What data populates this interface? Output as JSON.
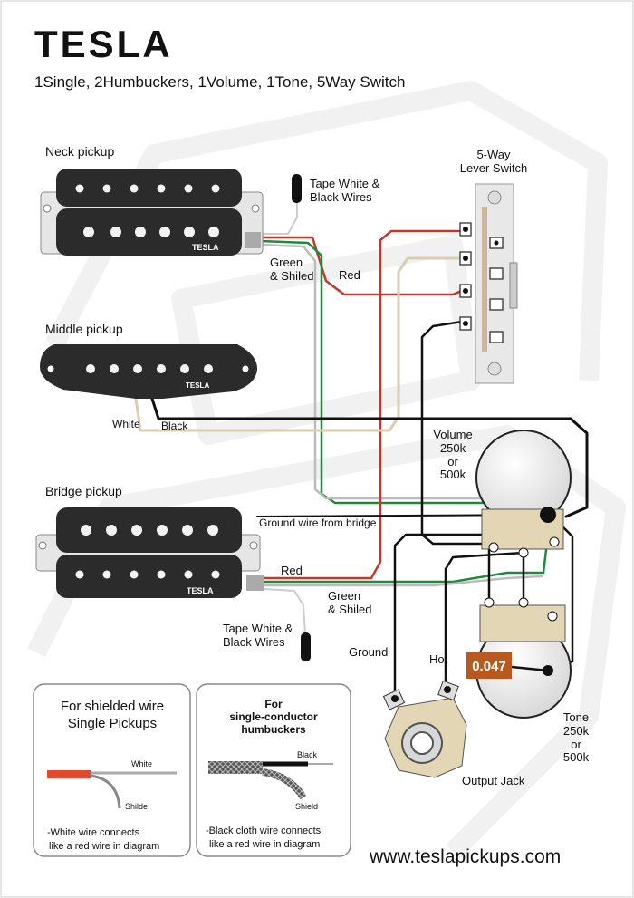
{
  "brand": {
    "logo_text": "TESLA"
  },
  "subtitle": "1Single, 2Humbuckers, 1Volume, 1Tone, 5Way Switch",
  "labels": {
    "neck_pickup": "Neck pickup",
    "middle_pickup": "Middle pickup",
    "bridge_pickup": "Bridge pickup",
    "switch_line1": "5-Way",
    "switch_line2": "Lever Switch",
    "tape_top_line1": "Tape White &",
    "tape_top_line2": "Black Wires",
    "green_shield_top_line1": "Green",
    "green_shield_top_line2": "& Shiled",
    "red_top": "Red",
    "white": "White",
    "black": "Black",
    "volume_line1": "Volume",
    "volume_line2": "250k",
    "volume_line3": "or",
    "volume_line4": "500k",
    "ground_from_bridge": "Ground wire from bridge",
    "red_bottom": "Red",
    "green_shield_bottom_line1": "Green",
    "green_shield_bottom_line2": "& Shiled",
    "tape_bottom_line1": "Tape White &",
    "tape_bottom_line2": "Black Wires",
    "ground": "Ground",
    "hot": "Hot",
    "capacitor": "0.047",
    "tone_line1": "Tone",
    "tone_line2": "250k",
    "tone_line3": "or",
    "tone_line4": "500k",
    "output_jack": "Output Jack",
    "pickup_logo": "TESLA"
  },
  "legend_shielded": {
    "title_line1": "For shielded wire",
    "title_line2": "Single Pickups",
    "white": "White",
    "shield": "Shilde",
    "note_line1": "-White wire connects",
    "note_line2": "like a red wire in diagram"
  },
  "legend_humbucker": {
    "title_line1": "For",
    "title_line2": "single-conductor",
    "title_line3": "humbuckers",
    "black": "Black",
    "shield": "Shield",
    "note_line1": "-Black cloth wire connects",
    "note_line2": "like a red wire in diagram"
  },
  "website": "www.teslapickups.com",
  "colors": {
    "wire_red": "#c0392b",
    "wire_green": "#1e8a3c",
    "wire_white": "#d8ceb0",
    "wire_black": "#111111",
    "capacitor": "#b85a1f",
    "pickup_body": "#2b2b2b"
  }
}
